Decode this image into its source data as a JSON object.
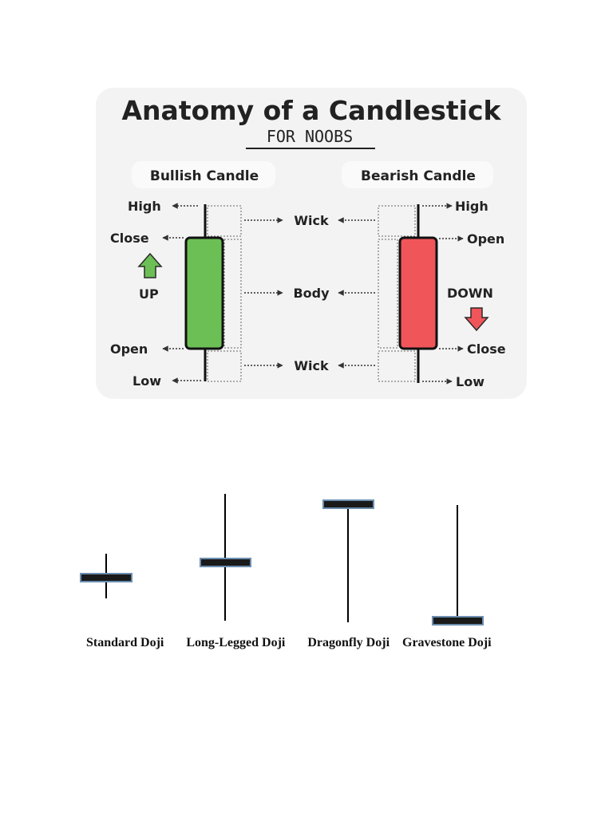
{
  "infographic": {
    "title": "Anatomy of a Candlestick",
    "subtitle": "FOR NOOBS",
    "bullish": {
      "title": "Bullish Candle",
      "high": "High",
      "close": "Close",
      "direction": "UP",
      "open": "Open",
      "low": "Low",
      "color": "#6cbf55"
    },
    "bearish": {
      "title": "Bearish Candle",
      "high": "High",
      "open": "Open",
      "direction": "DOWN",
      "close": "Close",
      "low": "Low",
      "color": "#f0555a"
    },
    "center": {
      "wick_top": "Wick",
      "body": "Body",
      "wick_bottom": "Wick"
    },
    "icons": {
      "up": "arrow-up-icon",
      "down": "arrow-down-icon"
    }
  },
  "doji": {
    "types": [
      "Standard Doji",
      "Long-Legged Doji",
      "Dragonfly Doji",
      "Gravestone Doji"
    ],
    "caption": "  Standard Doji       Long-Legged Doji       Dragonfly Doji    Gravestone Doji",
    "body_color": "#1a1a1a",
    "body_edge_color": "#6b8eb0"
  }
}
